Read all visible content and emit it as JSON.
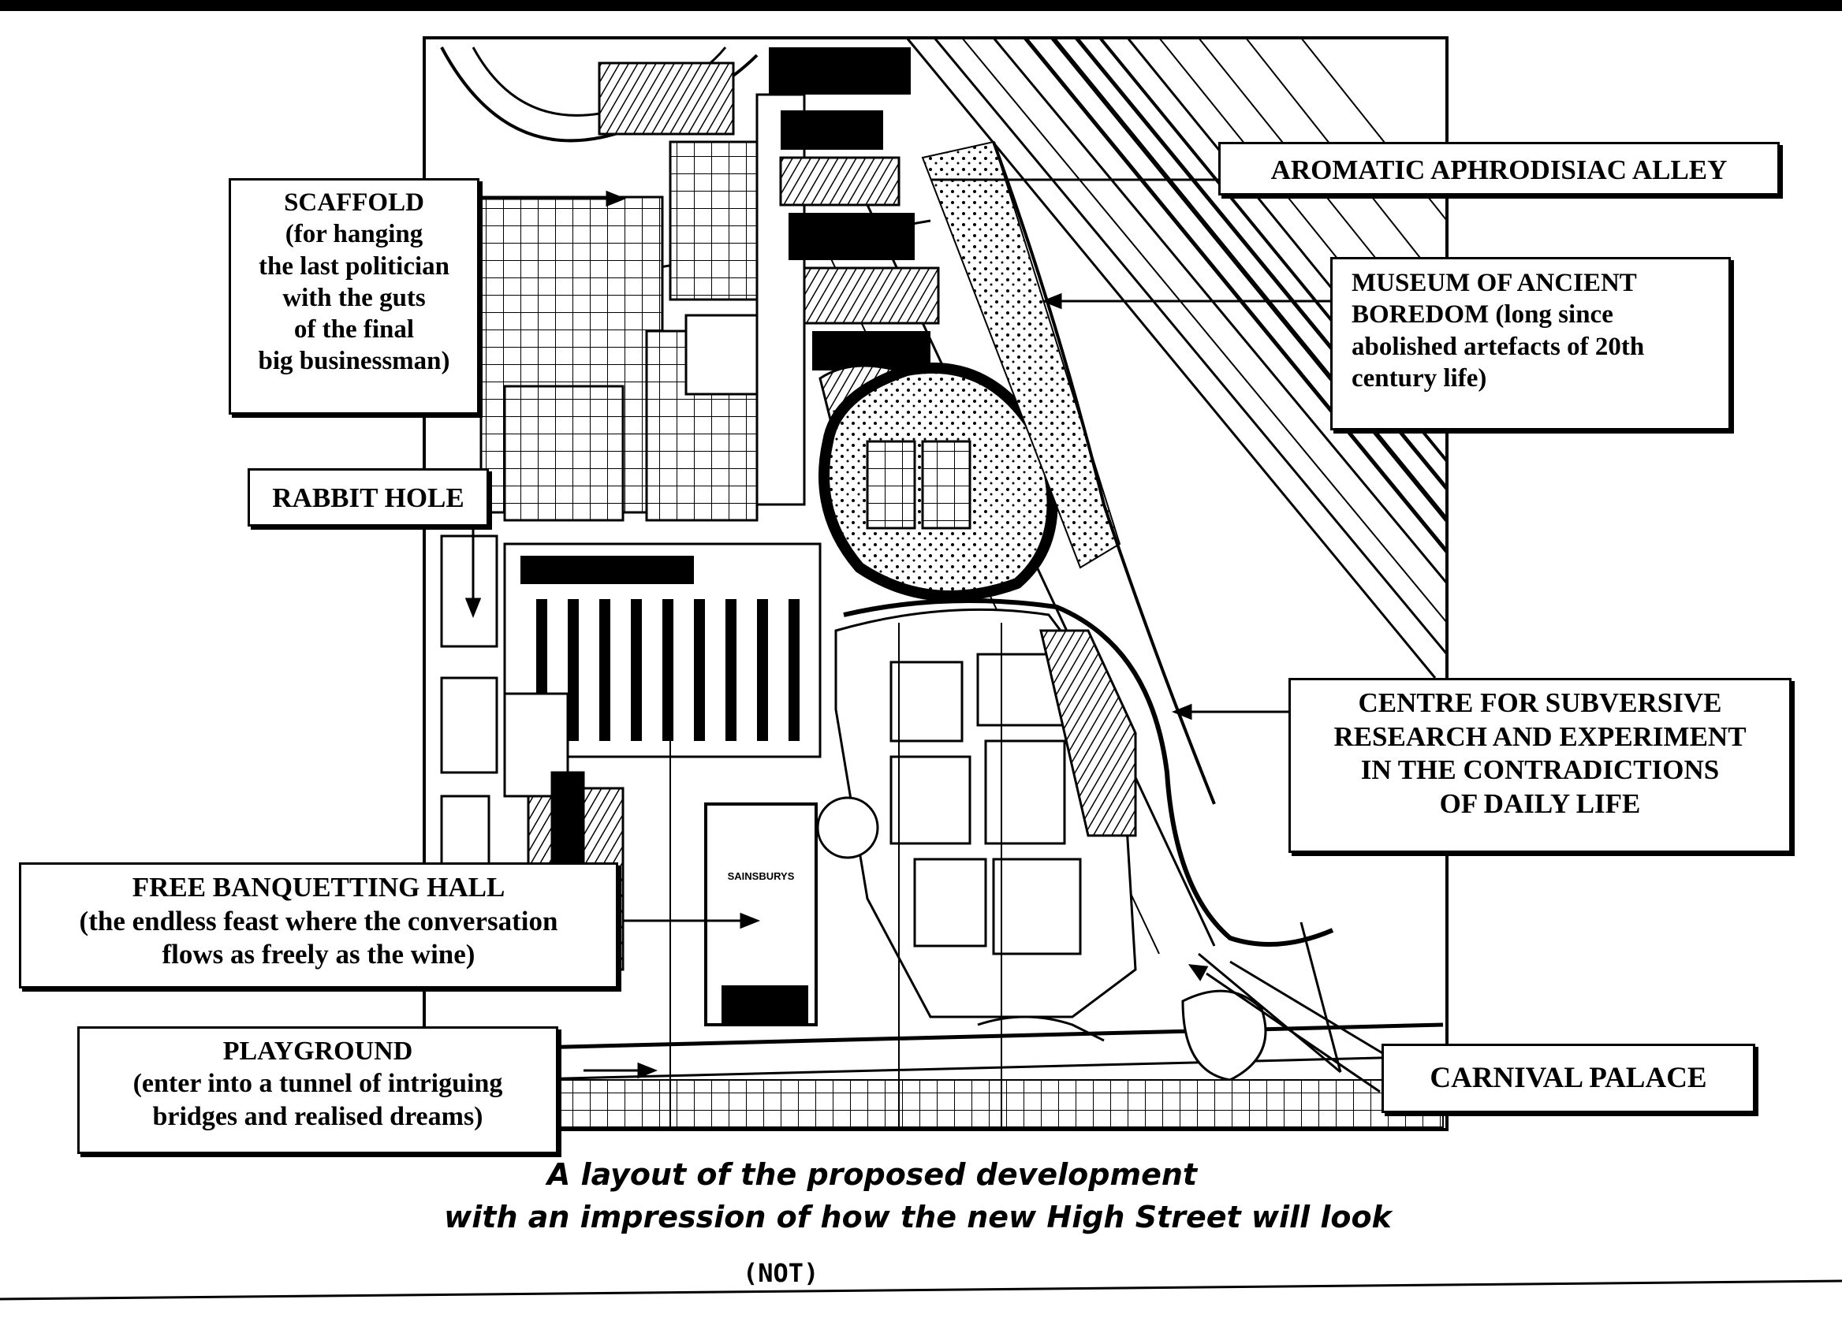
{
  "labels": {
    "aromatic": "AROMATIC APHRODISIAC ALLEY",
    "scaffold": [
      "SCAFFOLD",
      "(for hanging",
      "the last politician",
      "with the guts",
      "of the final",
      "big businessman)"
    ],
    "museum": [
      "MUSEUM OF ANCIENT",
      "BOREDOM (long since",
      "abolished artefacts of 20th",
      "century life)"
    ],
    "rabbit": "RABBIT HOLE",
    "centre": [
      "CENTRE FOR SUBVERSIVE",
      "RESEARCH AND EXPERIMENT",
      "IN THE CONTRADICTIONS",
      "OF DAILY LIFE"
    ],
    "banquet": [
      "FREE BANQUETTING HALL",
      "(the endless feast where the conversation",
      "flows as freely as the wine)"
    ],
    "playground": [
      "PLAYGROUND",
      "(enter into a tunnel of intriguing",
      "bridges and realised dreams)"
    ],
    "carnival": "CARNIVAL PALACE"
  },
  "caption": {
    "line1": "A layout of the proposed development",
    "line2": "with an impression of how the new High Street will look",
    "note": "(NOT)"
  },
  "map_text": {
    "store": "SAINSBURYS"
  }
}
